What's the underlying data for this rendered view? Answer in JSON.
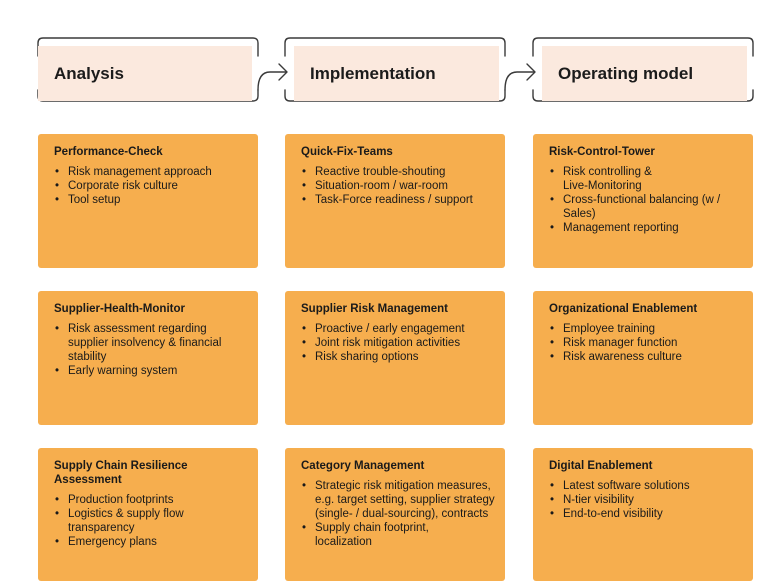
{
  "phases": [
    {
      "label": "Analysis"
    },
    {
      "label": "Implementation"
    },
    {
      "label": "Operating model"
    }
  ],
  "cards": [
    {
      "title": "Performance-Check",
      "items": [
        "Risk management approach",
        "Corporate risk culture",
        "Tool setup"
      ]
    },
    {
      "title": "Quick-Fix-Teams",
      "items": [
        "Reactive trouble-shouting",
        "Situation-room / war-room",
        "Task-Force readiness / support"
      ]
    },
    {
      "title": "Risk-Control-Tower",
      "items": [
        "Risk controlling & Live-Monitoring",
        "Cross-functional balancing (w / Sales)",
        "Management reporting"
      ]
    },
    {
      "title": "Supplier-Health-Monitor",
      "items": [
        "Risk assessment regarding supplier insolvency & financial stability",
        "Early warning system"
      ]
    },
    {
      "title": "Supplier Risk Management",
      "items": [
        "Proactive / early engagement",
        "Joint risk mitigation activities",
        "Risk sharing options"
      ]
    },
    {
      "title": "Organizational Enablement",
      "items": [
        "Employee training",
        "Risk manager function",
        "Risk awareness culture"
      ]
    },
    {
      "title": "Supply Chain Resilience Assessment",
      "items": [
        "Production footprints",
        "Logistics & supply flow transparency",
        "Emergency plans"
      ]
    },
    {
      "title": "Category Management",
      "items": [
        "Strategic risk mitigation measures, e.g. target setting, supplier strategy (single- / dual-sourcing), contracts",
        "Supply chain footprint, localization"
      ]
    },
    {
      "title": "Digital Enablement",
      "items": [
        "Latest software solutions",
        "N-tier visibility",
        "End-to-end visibility"
      ]
    }
  ],
  "colors": {
    "card": "#f6ae4e",
    "phase_fill": "#fbe9de",
    "line": "#3a3a3a"
  }
}
